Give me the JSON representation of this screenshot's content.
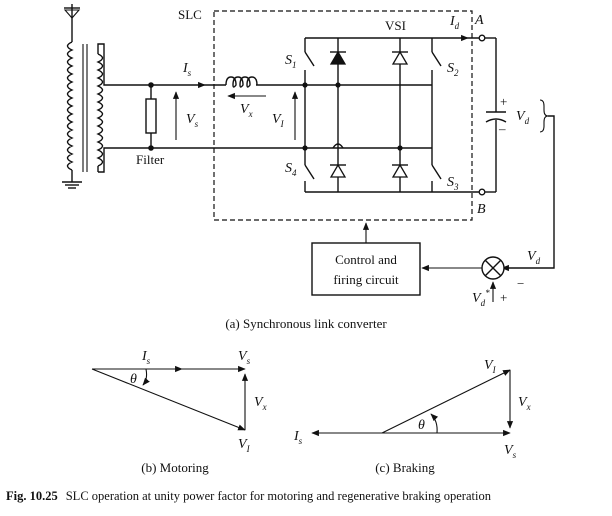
{
  "labels": {
    "slc": "SLC",
    "vsi": "VSI",
    "filter": "Filter",
    "control_line1": "Control and",
    "control_line2": "firing circuit",
    "node_a": "A",
    "node_b": "B",
    "switch_s1": "S",
    "switch_s1_sub": "1",
    "switch_s2": "S",
    "switch_s2_sub": "2",
    "switch_s3": "S",
    "switch_s3_sub": "3",
    "switch_s4": "S",
    "switch_s4_sub": "4",
    "is_main": "I",
    "is_sub": "s",
    "vs_main": "V",
    "vs_sub": "s",
    "vx_main": "V",
    "vx_sub": "x",
    "vi_main": "V",
    "vi_sub": "I",
    "id_main": "I",
    "id_sub": "d",
    "vd_main": "V",
    "vd_sub": "d",
    "vd_fb_main": "V",
    "vd_fb_sub": "d",
    "vd_ref_main": "V",
    "vd_ref_sub": "d",
    "vd_ref_sup": "*",
    "plus": "+",
    "minus": "−",
    "cap_plus": "+",
    "cap_minus": "–"
  },
  "captions": {
    "a": "(a) Synchronous link converter",
    "b": "(b) Motoring",
    "c": "(c) Braking",
    "figure_number": "Fig. 10.25",
    "figure_text": "SLC operation at unity power factor for motoring and regenerative braking operation"
  },
  "phasor_b": {
    "is_main": "I",
    "is_sub": "s",
    "vs_main": "V",
    "vs_sub": "s",
    "vx_main": "V",
    "vx_sub": "x",
    "vi_main": "V",
    "vi_sub": "I",
    "theta": "θ"
  },
  "phasor_c": {
    "is_main": "I",
    "is_sub": "s",
    "vs_main": "V",
    "vs_sub": "s",
    "vx_main": "V",
    "vx_sub": "x",
    "vi_main": "V",
    "vi_sub": "I",
    "theta": "θ"
  }
}
